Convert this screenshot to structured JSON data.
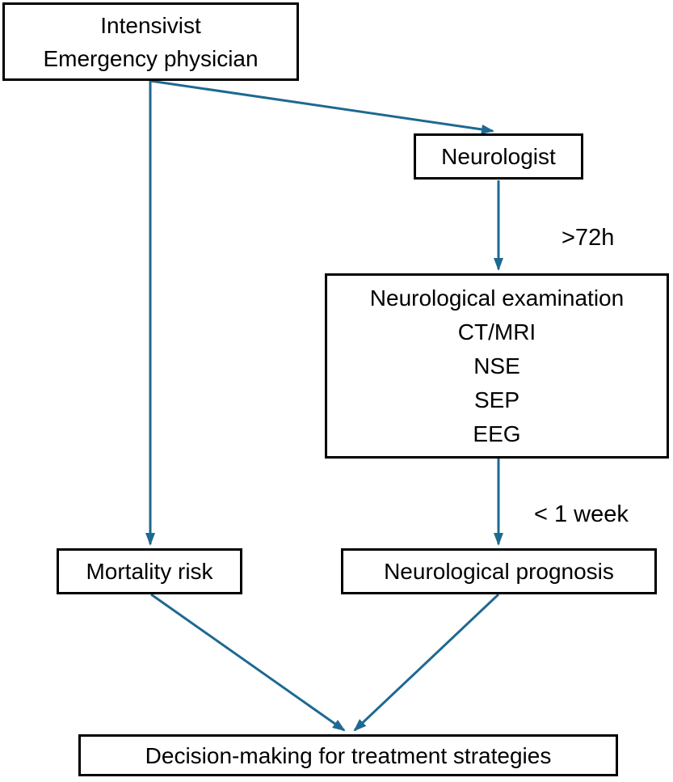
{
  "nodes": {
    "intensivist": {
      "lines": [
        "Intensivist",
        "Emergency physician"
      ]
    },
    "neurologist": {
      "label": "Neurologist"
    },
    "examination": {
      "lines": [
        "Neurological examination",
        "CT/MRI",
        "NSE",
        "SEP",
        "EEG"
      ]
    },
    "mortality": {
      "label": "Mortality risk"
    },
    "prognosis": {
      "label": "Neurological prognosis"
    },
    "decision": {
      "label": "Decision-making for treatment strategies"
    }
  },
  "edge_labels": {
    "after_72h": ">72h",
    "within_one_week": "< 1 week"
  },
  "colors": {
    "arrow": "#1E6991",
    "box_border": "#000000",
    "text": "#000000",
    "background": "#FFFFFF"
  }
}
